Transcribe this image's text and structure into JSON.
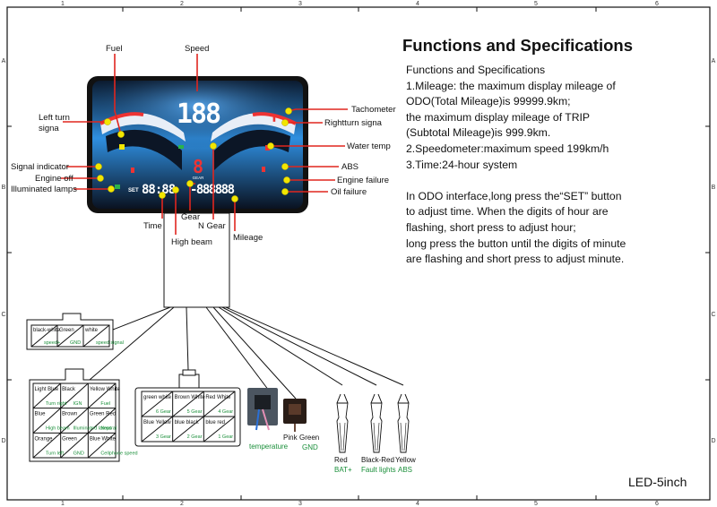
{
  "grid": {
    "cols": [
      "1",
      "2",
      "3",
      "4",
      "5",
      "6"
    ],
    "rows": [
      "A",
      "B",
      "C",
      "D"
    ]
  },
  "spec": {
    "title": "Functions and Specifications",
    "lines": [
      "Functions and Specifications",
      "1.Mileage: the maximum display mileage of",
      "ODO(Total Mileage)is 99999.9km;",
      "the maximum display mileage of TRIP",
      "(Subtotal Mileage)is 999.9km.",
      "2.Speedometer:maximum speed 199km/h",
      "3.Time:24-hour system",
      "",
      "In ODO interface,long press the“SET” button",
      "to adjust time. When the digits of hour are",
      "flashing, short press to adjust hour;",
      "long press the button until the digits of minute",
      "are flashing and short press to adjust minute."
    ]
  },
  "footer": "LED-5inch",
  "display": {
    "speed_digits": "188",
    "gear_digit": "8",
    "time_digits": "88:88",
    "odo_digits": "-888888",
    "set_label": "SET",
    "gear_label": "GEAR"
  },
  "callouts": {
    "fuel": "Fuel",
    "speed": "Speed",
    "tachometer": "Tachometer",
    "left_turn_1": "Left turn",
    "left_turn_2": "signa",
    "right_turn": "Rightturn signa",
    "water_temp": "Water temp",
    "signal_indicator": "Signal indicator",
    "abs": "ABS",
    "engine_off": "Engine off",
    "engine_failure": "Engine failure",
    "illuminated_lamps": "Illuminated lamps",
    "oil_failure": "Oil failure",
    "gear": "Gear",
    "n_gear": "N Gear",
    "time": "Time",
    "high_beam": "High beam",
    "mileage": "Mileage"
  },
  "connector_small": {
    "cells": [
      {
        "top": "black-white",
        "bottom": "speed+"
      },
      {
        "top": "Green",
        "bottom": "GND"
      },
      {
        "top": "white",
        "bottom": "speed signal"
      }
    ]
  },
  "connector_left": {
    "cells": [
      {
        "top": "Light Blue",
        "bottom": "Turn right"
      },
      {
        "top": "Black",
        "bottom": "IGN"
      },
      {
        "top": "Yellow White",
        "bottom": "Fuel"
      },
      {
        "top": "Blue",
        "bottom": "High beam"
      },
      {
        "top": "Brown",
        "bottom": "Illuminated lamps"
      },
      {
        "top": "Green Red",
        "bottom": "Neutral"
      },
      {
        "top": "Orange",
        "bottom": "Turn left"
      },
      {
        "top": "Green",
        "bottom": "GND"
      },
      {
        "top": "Blue White",
        "bottom": "Cellphone speed"
      }
    ]
  },
  "connector_gear": {
    "cells": [
      {
        "top": "green white",
        "bottom": "6 Gear"
      },
      {
        "top": "Brown White",
        "bottom": "5 Gear"
      },
      {
        "top": "Red White",
        "bottom": "4 Gear"
      },
      {
        "top": "Blue Yellow",
        "bottom": "3 Gear"
      },
      {
        "top": "blue black",
        "bottom": "2 Gear"
      },
      {
        "top": "blue red",
        "bottom": "1 Gear"
      }
    ]
  },
  "temp_plug": {
    "wire": "Pink",
    "label": "temperature"
  },
  "gnd_plug": {
    "wire": "Green",
    "label": "GND"
  },
  "bullets": [
    {
      "wire": "Red",
      "label": "BAT+"
    },
    {
      "wire": "Black-Red",
      "label": "Fault lights"
    },
    {
      "wire": "Yellow",
      "label": "ABS"
    }
  ],
  "colors": {
    "callout_line": "#e0261f",
    "callout_dot": "#f2e600",
    "wire_label_green": "#1a8f3a",
    "display_blue": "#2f8fe0"
  }
}
